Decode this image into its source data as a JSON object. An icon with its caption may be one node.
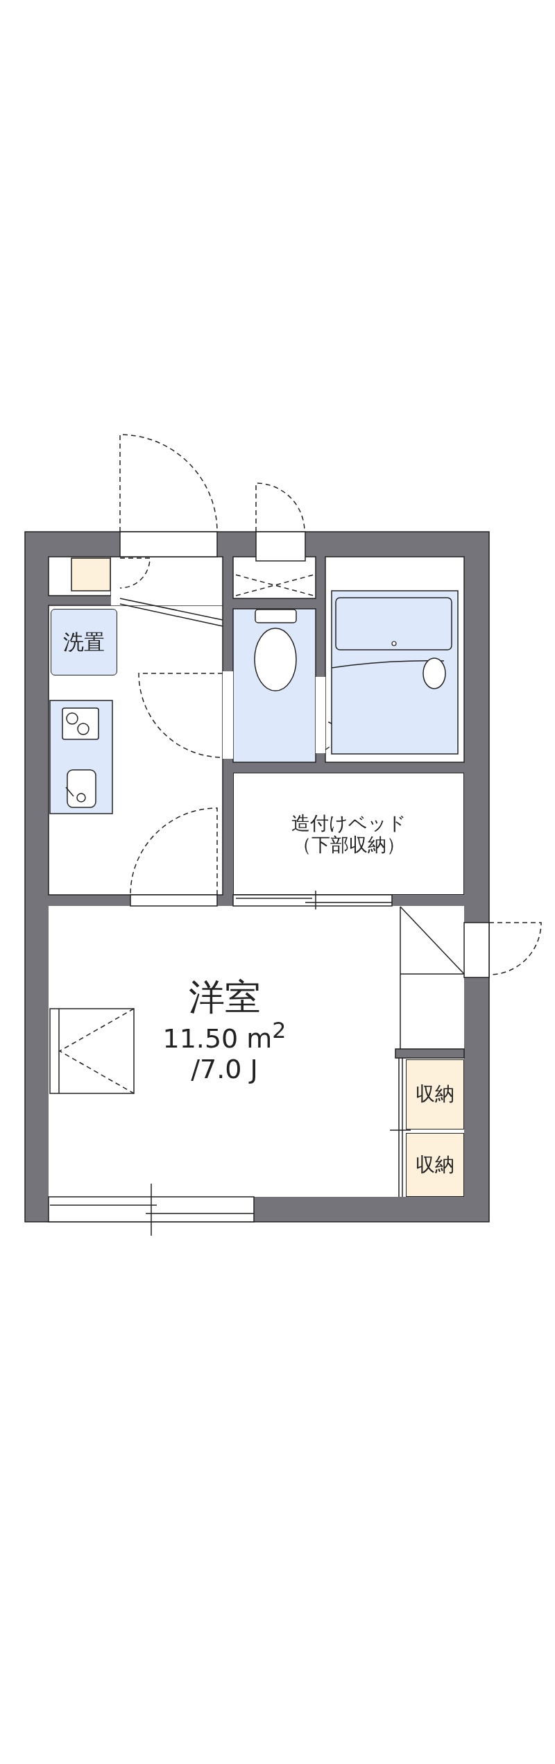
{
  "diagram": {
    "nodes": [
      {
        "text": [
          "洗置"
        ]
      },
      {
        "text": [
          "造付けベッド（下部収納）"
        ]
      },
      {
        "text": [
          "洋室",
          "11.50 m$^{2}$",
          "/7.0 J"
        ]
      },
      {
        "text": [
          "収納"
        ]
      },
      {
        "text": [
          "収納"
        ]
      }
    ]
  }
}
